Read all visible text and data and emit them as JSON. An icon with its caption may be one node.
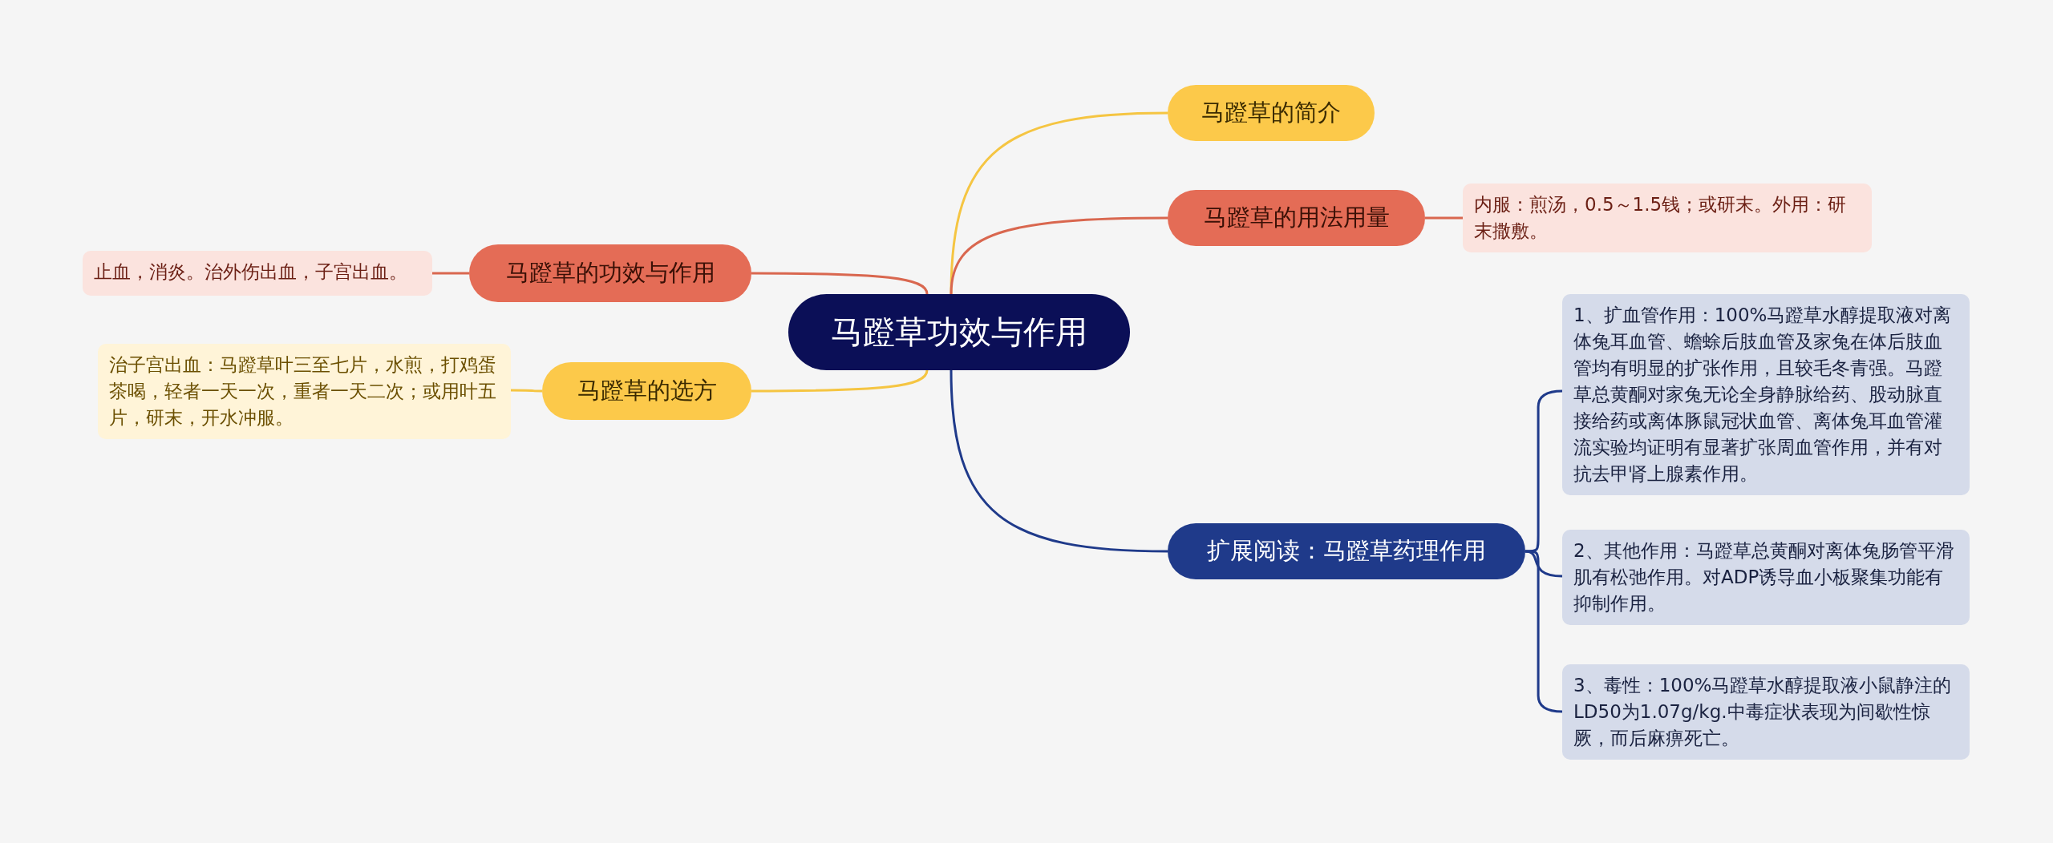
{
  "diagram": {
    "nodes": [
      {
        "text": [
          "马蹬草功效与作用"
        ]
      },
      {
        "text": [
          "马蹬草的简介"
        ]
      },
      {
        "text": [
          "马蹬草的用法用量"
        ]
      },
      {
        "text": [
          "内服：煎汤，0.5～1.5钱；或研末。外用：研末撒敷。"
        ]
      },
      {
        "text": [
          "扩展阅读：马蹬草药理作用"
        ]
      },
      {
        "text": [
          "1、扩血管作用：100%马蹬草水醇提取液对离体兔耳血管、蟾蜍后肢血管及家兔在体后肢血管均有明显的扩张作用，且较毛冬青强。马蹬草总黄酮对家兔无论全身静脉给药、股动脉直接给药或离体豚鼠冠状血管、离体兔耳血管灌流实验均证明有显著扩张周血管作用，并有对抗去甲肾上腺素作用。"
        ]
      },
      {
        "text": [
          "2、其他作用：马蹬草总黄酮对离体兔肠管平滑肌有松弛作用。对ADP诱导血小板聚集功能有抑制作用。"
        ]
      },
      {
        "text": [
          "3、毒性：100%马蹬草水醇提取液小鼠静注的LD50为1.07g/kg.中毒症状表现为间歇性惊厥，而后麻痹死亡。"
        ]
      },
      {
        "text": [
          "马蹬草的功效与作用"
        ]
      },
      {
        "text": [
          "止血，消炎。治外伤出血，子宫出血。"
        ]
      },
      {
        "text": [
          "马蹬草的选方"
        ]
      },
      {
        "text": [
          "治子宫出血：马蹬草叶三至七片，水煎，打鸡蛋茶喝，轻者一天一次，重者一天二次；或用叶五片，研末，开水冲服。"
        ]
      }
    ],
    "edges": [
      {
        "from": 0,
        "to": 1,
        "arrow": "none",
        "color": "#f5c542"
      },
      {
        "from": 0,
        "to": 2,
        "arrow": "none",
        "color": "#d9674f"
      },
      {
        "from": 2,
        "to": 3,
        "arrow": "none",
        "color": "#d9674f"
      },
      {
        "from": 0,
        "to": 4,
        "arrow": "none",
        "color": "#1f3a8a"
      },
      {
        "from": 4,
        "to": 5,
        "arrow": "none",
        "color": "#1f3a8a"
      },
      {
        "from": 4,
        "to": 6,
        "arrow": "none",
        "color": "#1f3a8a"
      },
      {
        "from": 4,
        "to": 7,
        "arrow": "none",
        "color": "#1f3a8a"
      },
      {
        "from": 0,
        "to": 8,
        "arrow": "none",
        "color": "#d9674f"
      },
      {
        "from": 8,
        "to": 9,
        "arrow": "none",
        "color": "#d9674f"
      },
      {
        "from": 0,
        "to": 10,
        "arrow": "none",
        "color": "#f5c542"
      },
      {
        "from": 10,
        "to": 11,
        "arrow": "none",
        "color": "#f5c542"
      }
    ]
  }
}
